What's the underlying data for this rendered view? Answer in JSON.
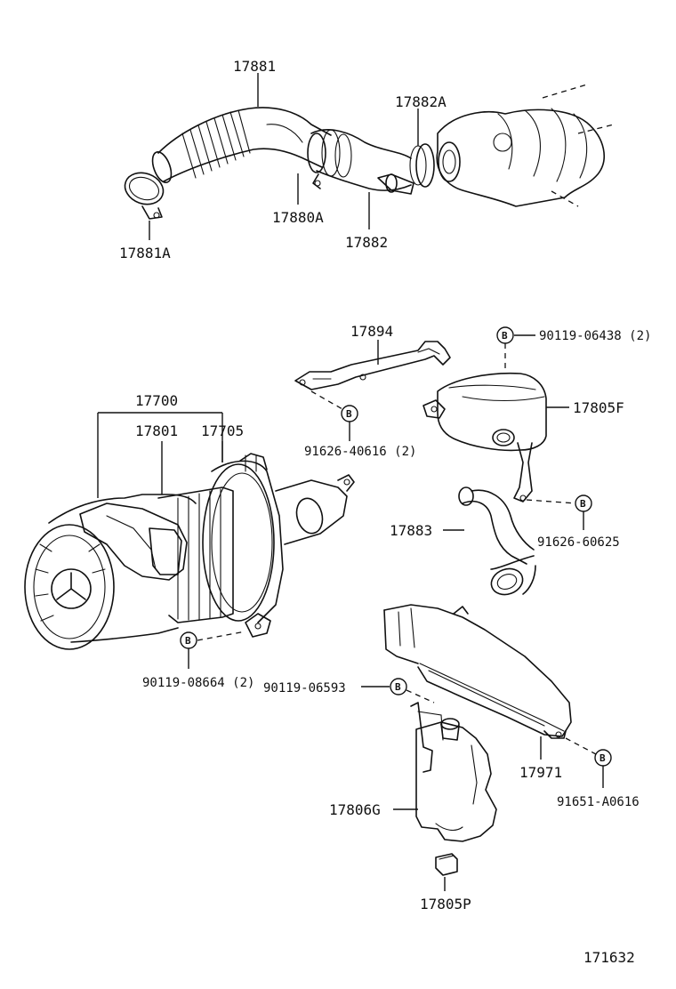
{
  "labels": {
    "p17881": "17881",
    "p17882A": "17882A",
    "p17880A": "17880A",
    "p17882": "17882",
    "p17881A": "17881A",
    "p17894": "17894",
    "b90119_06438": "90119-06438 (2)",
    "p17805F": "17805F",
    "b91626_40616": "91626-40616 (2)",
    "p17700": "17700",
    "p17801": "17801",
    "p17705": "17705",
    "p17883": "17883",
    "b91626_60625": "91626-60625",
    "b90119_08664": "90119-08664 (2)",
    "b90119_06593": "90119-06593",
    "p17971": "17971",
    "b91651_A0616": "91651-A0616",
    "p17806G": "17806G",
    "p17805P": "17805P",
    "figure_number": "171632"
  },
  "bolt_marker": "B"
}
